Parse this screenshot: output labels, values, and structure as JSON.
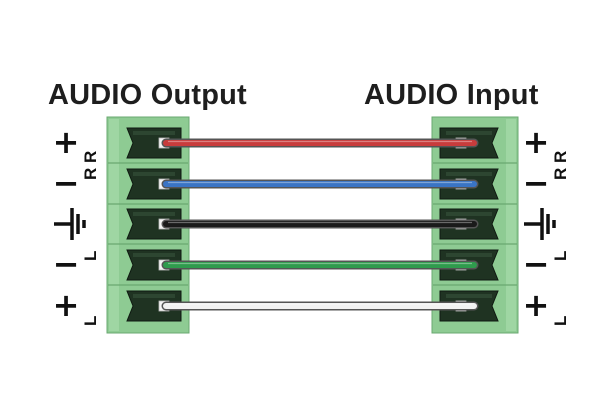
{
  "output_label": "AUDIO Output",
  "input_label": "AUDIO Input",
  "colors": {
    "connector_body": "#8ecb93",
    "connector_edge": "#6aa870",
    "socket": "#1f3322",
    "background": "#ffffff"
  },
  "pins": [
    {
      "symbol": "+",
      "channel": "R",
      "wire_color": "#c83c3c",
      "wire_name": "wire-red"
    },
    {
      "symbol": "−",
      "channel": "R",
      "wire_color": "#3a74c4",
      "wire_name": "wire-blue"
    },
    {
      "symbol": "ground",
      "channel": "",
      "wire_color": "#1a1a1a",
      "wire_name": "wire-black"
    },
    {
      "symbol": "−",
      "channel": "L",
      "wire_color": "#2f9b4d",
      "wire_name": "wire-green"
    },
    {
      "symbol": "+",
      "channel": "L",
      "wire_color": "#f2f2f2",
      "wire_name": "wire-white"
    }
  ]
}
